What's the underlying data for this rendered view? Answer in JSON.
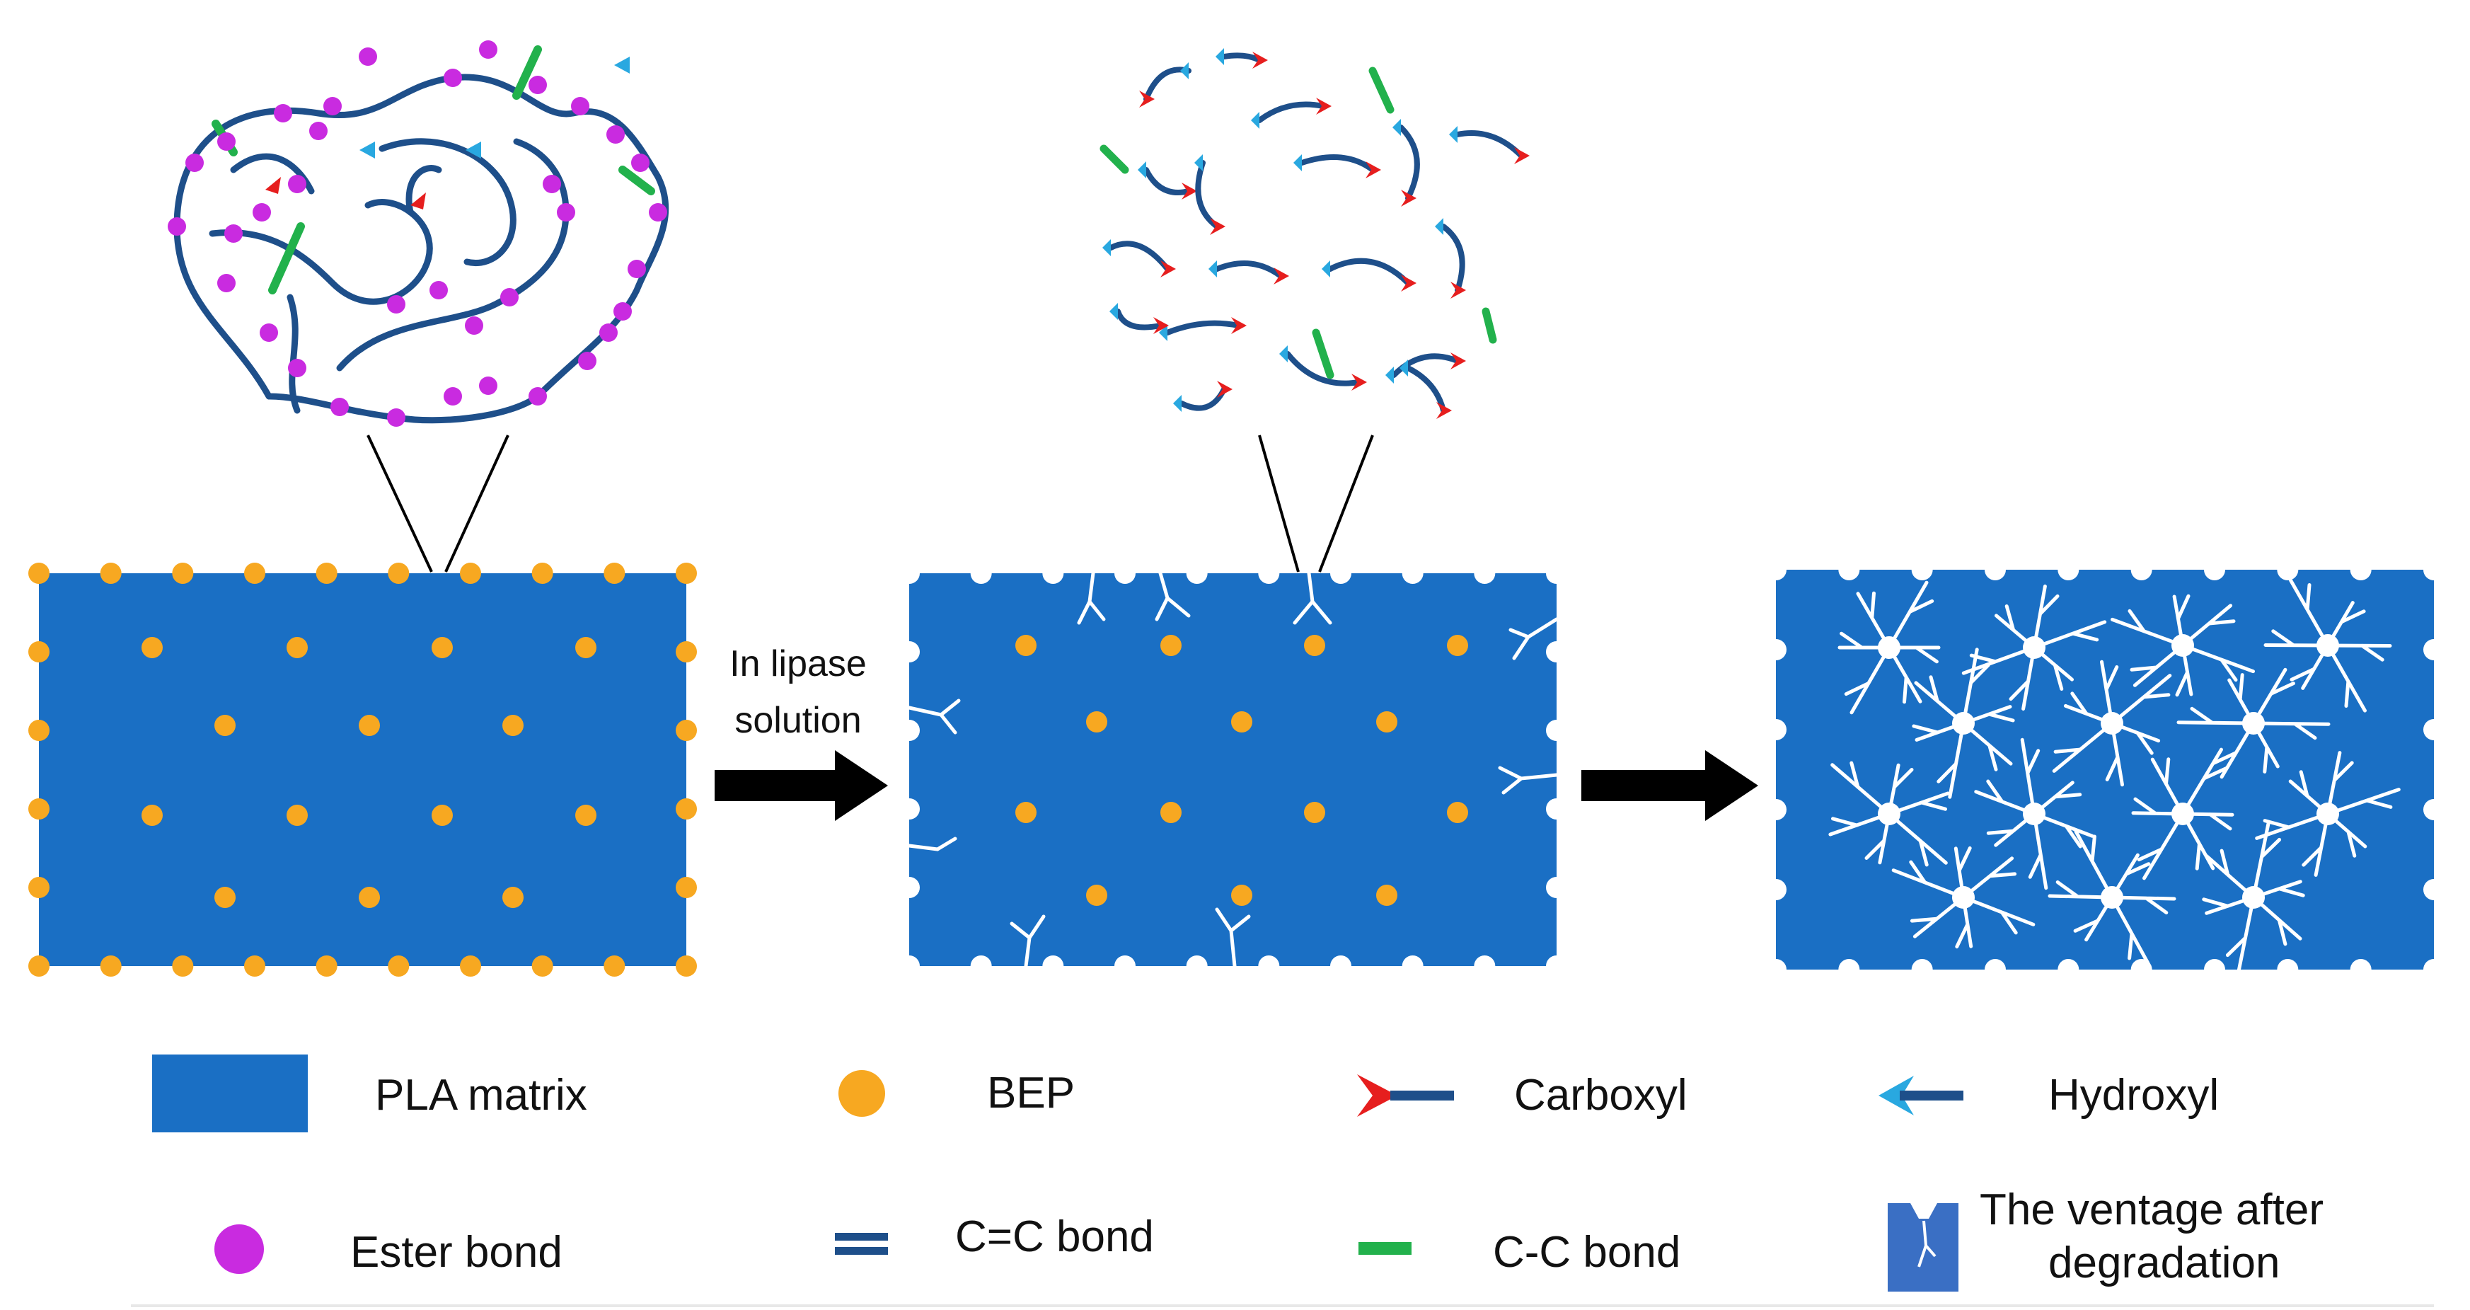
{
  "arrow_label": {
    "line1": "In lipase",
    "line2": "solution"
  },
  "legend": {
    "pla_matrix": "PLA matrix",
    "bep": "BEP",
    "carboxyl": "Carboxyl",
    "hydroxyl": "Hydroxyl",
    "ester_bond": "Ester bond",
    "cc_double_bond": "C=C bond",
    "cc_bond": "C-C bond",
    "ventage_line1": "The ventage after",
    "ventage_line2": "degradation"
  },
  "colors": {
    "matrix": "#1a6fc4",
    "bep": "#f7a821",
    "ester": "#c92be0",
    "chain": "#1e4f8a",
    "carboxyl": "#e61e1e",
    "hydroxyl": "#29a8e0",
    "cc_bond": "#22b14c",
    "arrow": "#000000"
  }
}
